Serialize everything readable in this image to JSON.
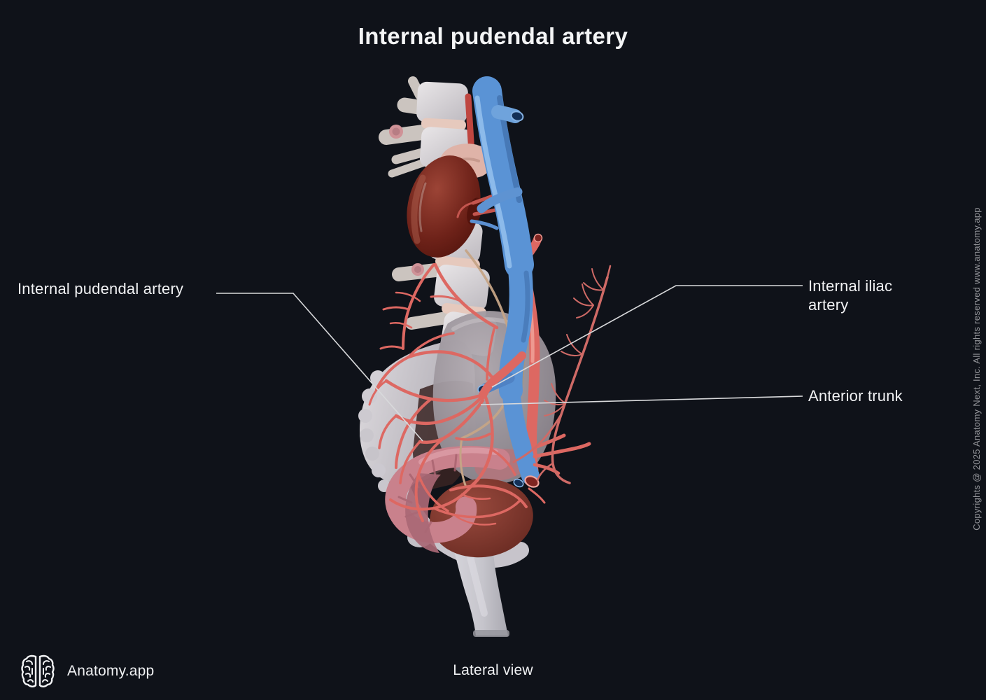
{
  "page": {
    "title": "Internal pudendal artery",
    "view": "Lateral view",
    "brand": "Anatomy.app",
    "copyright": "Copyrights @ 2025 Anatomy Next, Inc. All rights reserved www.anatomy.app"
  },
  "annotations": [
    {
      "text": "Internal pudendal artery",
      "side": "left"
    },
    {
      "text": "Internal iliac artery",
      "side": "right"
    },
    {
      "text": "Anterior trunk",
      "side": "right"
    }
  ],
  "colors": {
    "background": "#0f1219",
    "label_text": "#f1f2f4",
    "leader_line": "#d8d9db",
    "artery": "#dd6862",
    "vein": "#5b94d6",
    "bone": "#d6d3d8",
    "kidney": "#6e2219",
    "bladder": "#a7a0a6",
    "rectum": "#7d3b33",
    "colon": "#c9818c",
    "copyright_text": "#94959a"
  }
}
